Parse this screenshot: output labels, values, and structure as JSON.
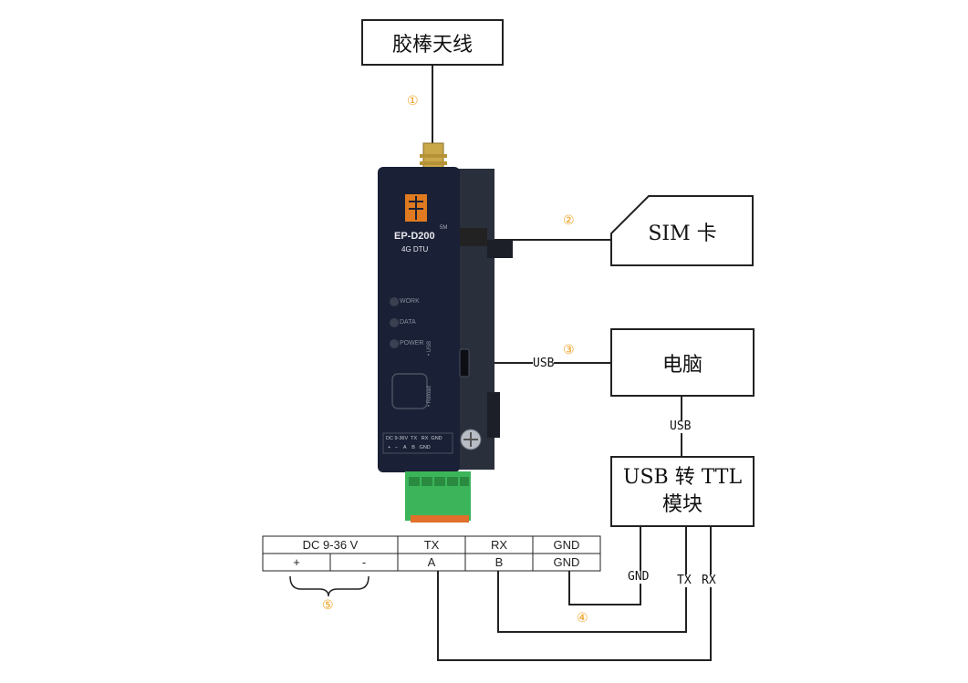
{
  "antenna_box": {
    "label": "胶棒天线"
  },
  "sim_box": {
    "label": "SIM 卡"
  },
  "pc_box": {
    "label": "电脑"
  },
  "usb_ttl_box": {
    "line1": "USB 转 TTL",
    "line2": "模块"
  },
  "markers": {
    "m1": "①",
    "m2": "②",
    "m3": "③",
    "m4": "④",
    "m5": "⑤"
  },
  "wire_labels": {
    "usb_device_pc": "USB",
    "usb_pc_module": "USB",
    "gnd": "GND",
    "tx": "TX",
    "rx": "RX"
  },
  "device": {
    "model": "EP-D200",
    "subtitle": "4G DTU",
    "badge": "5M",
    "leds": [
      "WORK",
      "DATA",
      "POWER"
    ],
    "side_usb": "• USB",
    "side_reload": "• Reload",
    "terminal_top": "DC 9-36V  TX   RX  GND",
    "terminal_bottom": "+   −    A    B   GND"
  },
  "terminal_table": {
    "header": {
      "power": "DC 9-36 V",
      "tx": "TX",
      "rx": "RX",
      "gnd": "GND"
    },
    "row": {
      "plus": "+",
      "minus": "-",
      "a": "A",
      "b": "B",
      "gnd": "GND"
    }
  },
  "colors": {
    "accent": "#f0a020",
    "device_body": "#1a2035",
    "connector": "#3cb55a"
  }
}
